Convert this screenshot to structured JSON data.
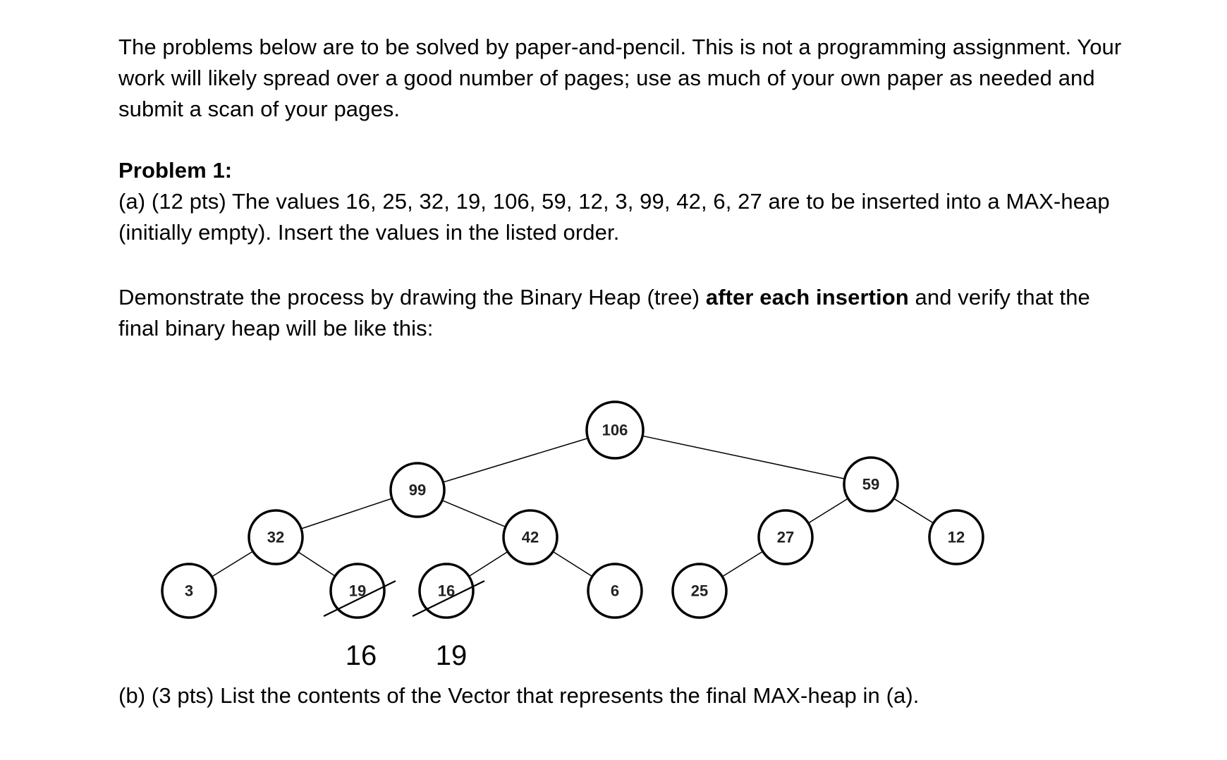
{
  "intro": {
    "text": "The problems below are to be solved by paper-and-pencil. This is not a programming assignment. Your work will likely spread over a good number of pages; use as much of your own paper as needed and submit a scan of your pages."
  },
  "problem": {
    "heading": "Problem 1:",
    "part_a": "(a) (12 pts) The values 16, 25, 32, 19, 106, 59, 12, 3, 99, 42, 6, 27 are to be inserted into a MAX-heap (initially empty). Insert the values in the listed order.",
    "demo_prefix": "Demonstrate the process by drawing the Binary Heap (tree) ",
    "demo_bold": "after each insertion",
    "demo_suffix": " and verify that the final binary heap will be like this:",
    "part_b": "(b) (3 pts) List the contents of the Vector that represents the final MAX-heap in (a)."
  },
  "heap": {
    "nodes": [
      {
        "id": "n106",
        "label": "106"
      },
      {
        "id": "n99",
        "label": "99"
      },
      {
        "id": "n59",
        "label": "59"
      },
      {
        "id": "n32",
        "label": "32"
      },
      {
        "id": "n42",
        "label": "42"
      },
      {
        "id": "n27",
        "label": "27"
      },
      {
        "id": "n12",
        "label": "12"
      },
      {
        "id": "n3",
        "label": "3"
      },
      {
        "id": "n19",
        "label": "19",
        "crossed_out": true
      },
      {
        "id": "n16",
        "label": "16",
        "crossed_out": true
      },
      {
        "id": "n6",
        "label": "6"
      },
      {
        "id": "n25",
        "label": "25"
      }
    ],
    "edges": [
      [
        "n106",
        "n99"
      ],
      [
        "n106",
        "n59"
      ],
      [
        "n99",
        "n32"
      ],
      [
        "n99",
        "n42"
      ],
      [
        "n59",
        "n27"
      ],
      [
        "n59",
        "n12"
      ],
      [
        "n32",
        "n3"
      ],
      [
        "n32",
        "n19"
      ],
      [
        "n42",
        "n16"
      ],
      [
        "n42",
        "n6"
      ],
      [
        "n27",
        "n25"
      ]
    ],
    "handwritten_corrections": [
      "16",
      "19"
    ]
  }
}
